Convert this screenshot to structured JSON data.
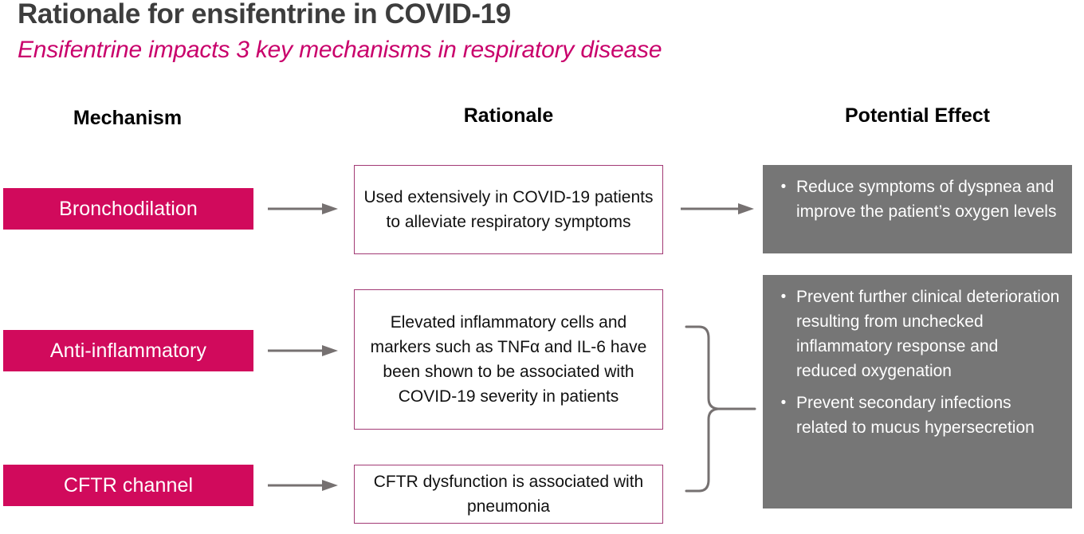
{
  "slide": {
    "title": "Rationale for ensifentrine in COVID-19",
    "subtitle": "Ensifentrine impacts 3 key mechanisms in respiratory disease"
  },
  "colors": {
    "title_gray": "#3d3d3d",
    "accent_magenta": "#c9006b",
    "pill_magenta": "#d10a5c",
    "box_border_purple": "#a23a75",
    "effect_gray": "#767676",
    "arrow_gray": "#767171"
  },
  "columns": {
    "mechanism_header": "Mechanism",
    "rationale_header": "Rationale",
    "effect_header": "Potential Effect"
  },
  "mechanisms": [
    {
      "label": "Bronchodilation"
    },
    {
      "label": "Anti-inflammatory"
    },
    {
      "label": "CFTR channel"
    }
  ],
  "rationales": [
    {
      "text": "Used extensively in COVID-19 patients to alleviate respiratory symptoms"
    },
    {
      "text": "Elevated inflammatory cells and markers such as TNFα and IL-6 have been shown to be associated with COVID-19 severity in patients"
    },
    {
      "text": "CFTR dysfunction is associated with pneumonia"
    }
  ],
  "effects": [
    {
      "bullets": [
        {
          "marker": "•",
          "text": "Reduce symptoms of dyspnea and improve the patient’s oxygen levels"
        }
      ]
    },
    {
      "bullets": [
        {
          "marker": "•",
          "text": "Prevent further clinical deterioration resulting from unchecked inflammatory response and reduced oxygenation"
        },
        {
          "marker": "•",
          "text": "Prevent secondary infections related to mucus hypersecretion"
        }
      ]
    }
  ],
  "connectors": {
    "arrow_mech_to_rationale_1": "arrow-right",
    "arrow_mech_to_rationale_2": "arrow-right",
    "arrow_mech_to_rationale_3": "arrow-right",
    "arrow_rationale_to_effect_1": "arrow-right",
    "brace_rationale_to_effect_2": "curly-brace-right"
  }
}
